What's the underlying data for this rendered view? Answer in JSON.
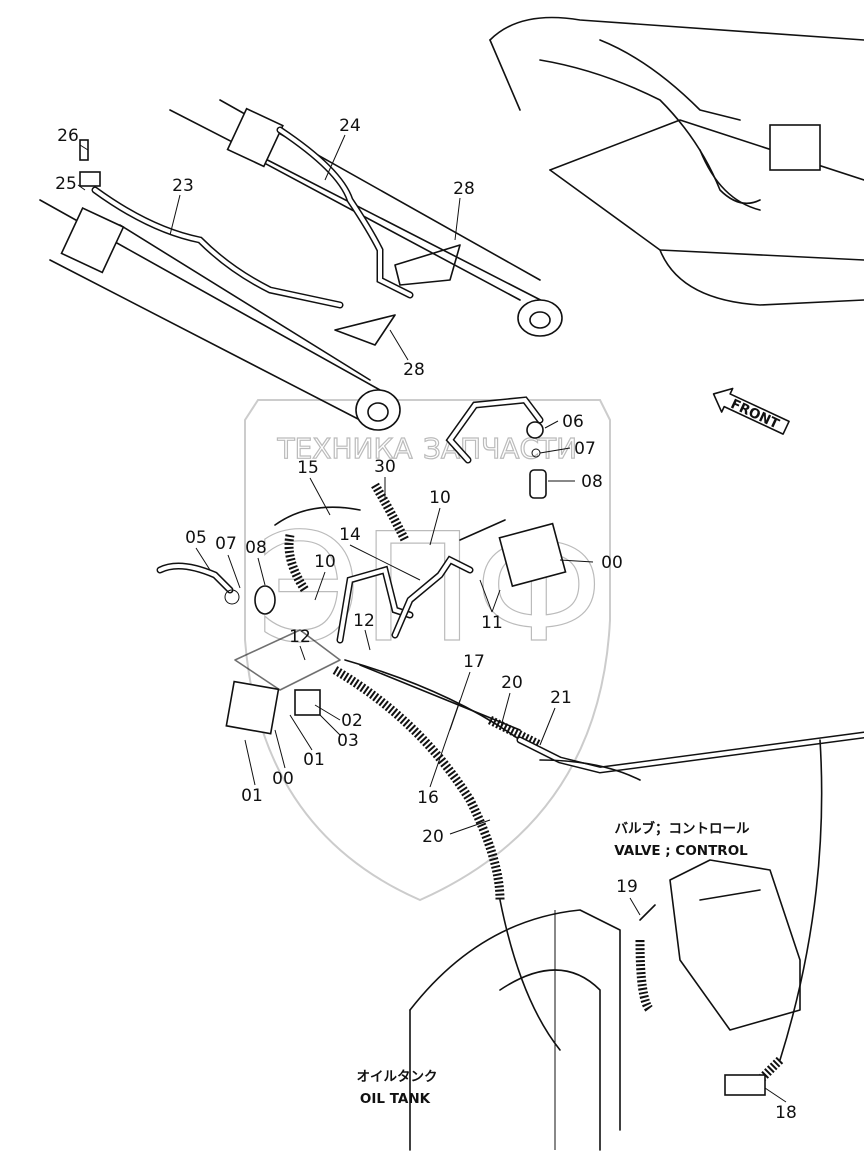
{
  "diagram": {
    "watermark": {
      "line1_left": "ТЕХНИКА",
      "line1_right": "ЗАПЧАСТИ",
      "logo_letters": "ЭПФ"
    },
    "direction_arrow": "FRONT",
    "callouts": [
      "26",
      "25",
      "23",
      "24",
      "28",
      "28",
      "06",
      "07",
      "08",
      "15",
      "30",
      "10",
      "14",
      "05",
      "07",
      "08",
      "10",
      "00",
      "11",
      "12",
      "12",
      "17",
      "20",
      "21",
      "02",
      "03",
      "01",
      "00",
      "01",
      "16",
      "20",
      "19",
      "18"
    ],
    "captions": {
      "valve_jp": "バルブ；コントロール",
      "valve_en": "VALVE ; CONTROL",
      "tank_jp": "オイルタンク",
      "tank_en": "OIL TANK"
    }
  }
}
